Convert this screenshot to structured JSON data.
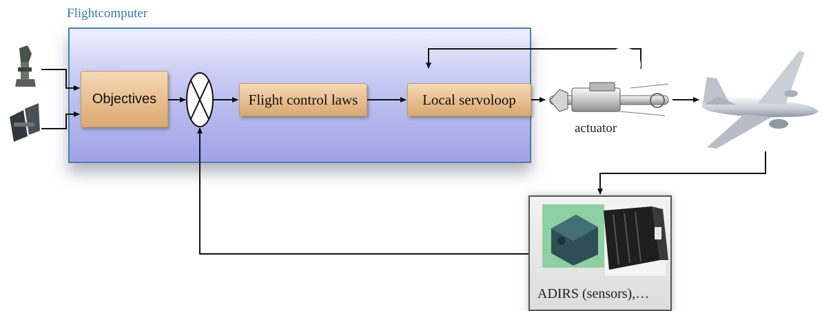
{
  "flightcomputer": {
    "title": "Flightcomputer"
  },
  "blocks": {
    "objectives": "Objectives",
    "flight_control_laws": "Flight control laws",
    "local_servoloop": "Local servoloop"
  },
  "actuator": {
    "label": "actuator"
  },
  "sensors": {
    "label": "ADIRS (sensors),…"
  },
  "colors": {
    "title_text": "#3d77b8",
    "frame_border": "#4c7fa5",
    "block_fill": "#e6bb8b",
    "arrow": "#111111"
  },
  "icons": [
    "joystick-icon",
    "throttle-icon",
    "summing-junction-icon",
    "actuator-image",
    "airplane-image",
    "adirs-image"
  ]
}
